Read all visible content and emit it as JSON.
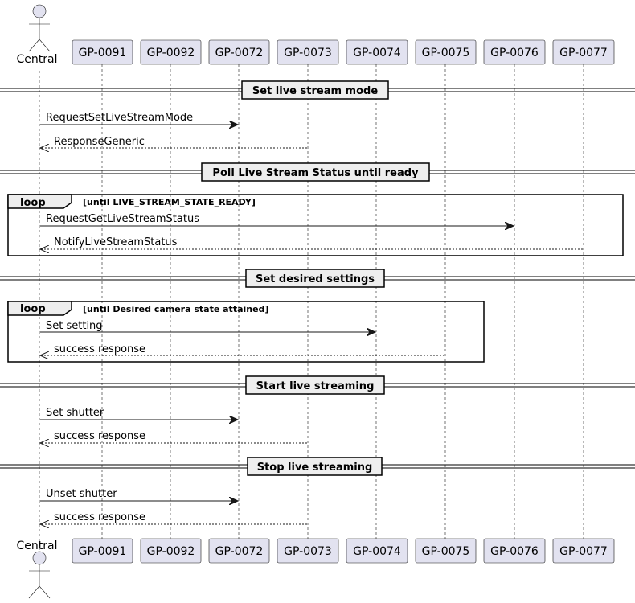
{
  "actor": {
    "label": "Central"
  },
  "participants": [
    "GP-0091",
    "GP-0092",
    "GP-0072",
    "GP-0073",
    "GP-0074",
    "GP-0075",
    "GP-0076",
    "GP-0077"
  ],
  "dividers": [
    {
      "label": "Set live stream mode"
    },
    {
      "label": "Poll Live Stream Status until ready"
    },
    {
      "label": "Set desired settings"
    },
    {
      "label": "Start live streaming"
    },
    {
      "label": "Stop live streaming"
    }
  ],
  "frames": [
    {
      "keyword": "loop",
      "condition": "[until LIVE_STREAM_STATE_READY]"
    },
    {
      "keyword": "loop",
      "condition": "[until Desired camera state attained]"
    }
  ],
  "messages": [
    {
      "label": "RequestSetLiveStreamMode",
      "from": "Central",
      "to": "GP-0072",
      "style": "solid"
    },
    {
      "label": "ResponseGeneric",
      "from": "GP-0073",
      "to": "Central",
      "style": "dashed"
    },
    {
      "label": "RequestGetLiveStreamStatus",
      "from": "Central",
      "to": "GP-0076",
      "style": "solid"
    },
    {
      "label": "NotifyLiveStreamStatus",
      "from": "GP-0077",
      "to": "Central",
      "style": "dashed"
    },
    {
      "label": "Set setting",
      "from": "Central",
      "to": "GP-0074",
      "style": "solid"
    },
    {
      "label": "success response",
      "from": "GP-0075",
      "to": "Central",
      "style": "dashed"
    },
    {
      "label": "Set shutter",
      "from": "Central",
      "to": "GP-0072",
      "style": "solid"
    },
    {
      "label": "success response",
      "from": "GP-0073",
      "to": "Central",
      "style": "dashed"
    },
    {
      "label": "Unset shutter",
      "from": "Central",
      "to": "GP-0072",
      "style": "solid"
    },
    {
      "label": "success response",
      "from": "GP-0073",
      "to": "Central",
      "style": "dashed"
    }
  ]
}
